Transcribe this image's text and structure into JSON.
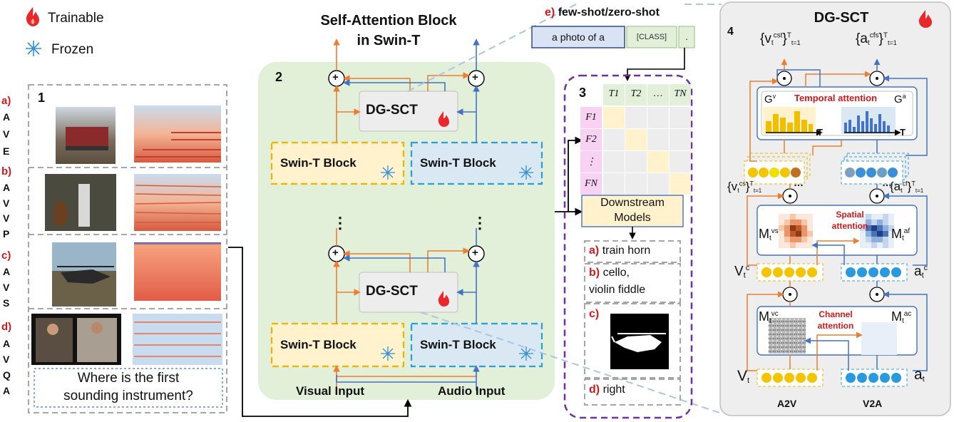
{
  "legend": {
    "trainable": "Trainable",
    "frozen": "Frozen"
  },
  "panel1": {
    "number": "1",
    "tasks": [
      {
        "letter": "a)",
        "code": [
          "A",
          "V",
          "E"
        ]
      },
      {
        "letter": "b)",
        "code": [
          "A",
          "V",
          "V",
          "P"
        ]
      },
      {
        "letter": "c)",
        "code": [
          "A",
          "V",
          "S"
        ]
      },
      {
        "letter": "d)",
        "code": [
          "A",
          "V",
          "Q",
          "A"
        ]
      }
    ],
    "question_line1": "Where is the first",
    "question_line2": "sounding instrument?"
  },
  "panel2": {
    "number": "2",
    "title_line1": "Self-Attention Block",
    "title_line2": "in Swin-T",
    "dgsct": "DG-SCT",
    "swin_block": "Swin-T Block",
    "plus": "+",
    "ellipsis": "⋮",
    "visual_input": "Visual Input",
    "audio_input": "Audio Input"
  },
  "prompt": {
    "title": "e) few-shot/zero-shot",
    "token1": "a photo of a",
    "token2": "[CLASS]",
    "token3": "."
  },
  "panel3": {
    "number": "3",
    "t_header": [
      "T1",
      "T2",
      "…",
      "TN"
    ],
    "f_header": [
      "F1",
      "F2",
      "⋮",
      "FN"
    ],
    "downstream_line1": "Downstream",
    "downstream_line2": "Models",
    "answers": [
      {
        "letter": "a)",
        "text": "train horn"
      },
      {
        "letter": "b)",
        "text": "cello,",
        "text2": "violin fiddle"
      },
      {
        "letter": "c)",
        "text": ""
      },
      {
        "letter": "d)",
        "text": "right"
      }
    ]
  },
  "panel4": {
    "number": "4",
    "title": "DG-SCT",
    "temporal": "Temporal attention",
    "spatial_line1": "Spatial",
    "spatial_line2": "attention",
    "channel_line1": "Channel",
    "channel_line2": "attention",
    "a2v": "A2V",
    "v2a": "V2A",
    "dots": "…"
  },
  "colors": {
    "orange": "#ee7d31",
    "blue": "#4472c4",
    "green_bg": "#e2efd9",
    "yellow_block": "#fff2cc",
    "blue_block": "#dae8f4",
    "purple": "#7030a0",
    "red_label": "#d1191b"
  }
}
